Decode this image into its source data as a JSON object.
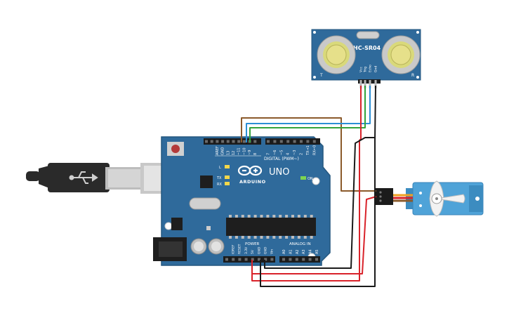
{
  "colors": {
    "board": "#2f6a9b",
    "board_edge": "#24577f",
    "header": "#1b1b1b",
    "pcb_text": "#ffffff",
    "sensor_board": "#2f6a9b",
    "servo_body": "#4fa3d8",
    "wire_red": "#d9222a",
    "wire_black": "#1a1a1a",
    "wire_green": "#33a33c",
    "wire_blue": "#2b8fd6",
    "wire_brown": "#8b5a2b",
    "usb_gray": "#c8c8c8",
    "usb_black": "#2a2a2a"
  },
  "arduino": {
    "model": "UNO",
    "brand": "ARDUINO",
    "digital_label": "DIGITAL (PWM~)",
    "analog_label": "ANALOG IN",
    "power_label": "POWER",
    "on_label": "ON",
    "l_label": "L",
    "tx_label": "TX",
    "rx_label": "RX",
    "digital_pins": [
      "AREF",
      "GND",
      "13",
      "12",
      "~11",
      "~10",
      "~9",
      "8",
      "7",
      "~6",
      "~5",
      "4",
      "~3",
      "2",
      "TX→1",
      "RX←0"
    ],
    "power_pins": [
      "IOREF",
      "RESET",
      "3.3V",
      "5V",
      "GND",
      "GND",
      "Vin"
    ],
    "analog_pins": [
      "A0",
      "A1",
      "A2",
      "A3",
      "A4",
      "A5"
    ]
  },
  "sensor": {
    "name": "HC-SR04",
    "pins": [
      "Vcc",
      "Trig",
      "Echo",
      "Gnd"
    ],
    "left_mark": "T",
    "right_mark": "R"
  },
  "servo": {
    "icon": "servo-icon"
  },
  "usb": {
    "icon": "usb-symbol-icon"
  }
}
